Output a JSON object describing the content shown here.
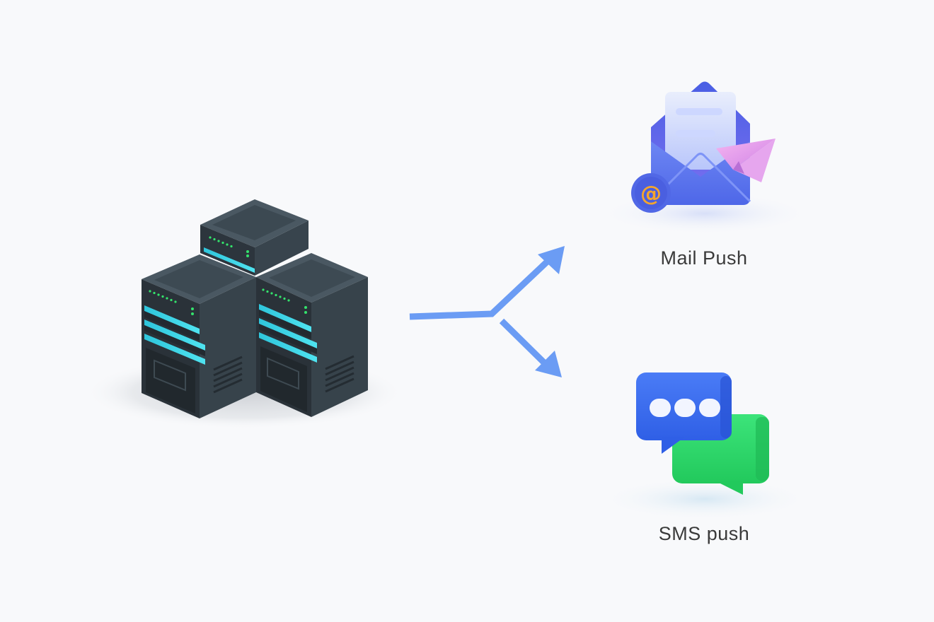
{
  "diagram": {
    "nodes": [
      {
        "id": "server",
        "icon": "server-cluster-icon"
      },
      {
        "id": "mail",
        "icon": "mail-envelope-icon",
        "label": "Mail Push"
      },
      {
        "id": "sms",
        "icon": "chat-bubbles-icon",
        "label": "SMS push"
      }
    ],
    "edges": [
      {
        "from": "server",
        "to": "mail"
      },
      {
        "from": "server",
        "to": "sms"
      }
    ],
    "colors": {
      "background": "#f8f9fb",
      "arrow": "#6b9cf4",
      "server_body": "#3a4750",
      "server_accent": "#38d6e8",
      "mail_blue": "#5b77f0",
      "paper_plane": "#e99ae6",
      "at_badge": "#f4a52d",
      "chat_blue": "#3d6ef2",
      "chat_green": "#2fdb6a"
    }
  }
}
